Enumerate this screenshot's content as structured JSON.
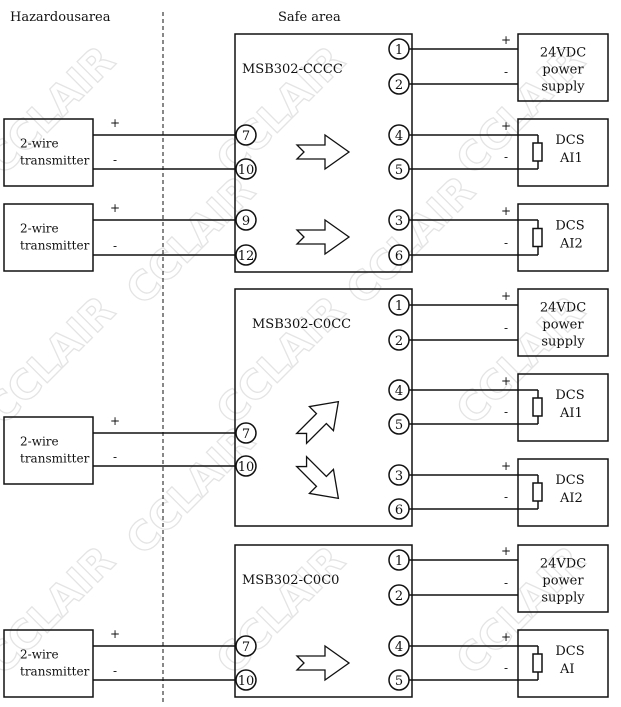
{
  "areas": {
    "hazardous": "Hazardousarea",
    "safe": "Safe area"
  },
  "watermark": "CCLAIR",
  "signs": {
    "plus": "+",
    "minus": "-"
  },
  "transmitter": {
    "line1": "2-wire",
    "line2": "transmitter"
  },
  "power_supply": {
    "line1": "24VDC",
    "line2": "power",
    "line3": "supply"
  },
  "modules": [
    {
      "model": "MSB302-CCCC",
      "power_terminals": [
        "1",
        "2"
      ],
      "inputs": [
        {
          "terminals": [
            "7",
            "10"
          ]
        },
        {
          "terminals": [
            "9",
            "12"
          ]
        }
      ],
      "outputs": [
        {
          "terminals": [
            "4",
            "5"
          ],
          "dcs": "DCS",
          "ai": "AI1"
        },
        {
          "terminals": [
            "3",
            "6"
          ],
          "dcs": "DCS",
          "ai": "AI2"
        }
      ]
    },
    {
      "model": "MSB302-C0CC",
      "power_terminals": [
        "1",
        "2"
      ],
      "inputs": [
        {
          "terminals": [
            "7",
            "10"
          ]
        }
      ],
      "outputs": [
        {
          "terminals": [
            "4",
            "5"
          ],
          "dcs": "DCS",
          "ai": "AI1"
        },
        {
          "terminals": [
            "3",
            "6"
          ],
          "dcs": "DCS",
          "ai": "AI2"
        }
      ]
    },
    {
      "model": "MSB302-C0C0",
      "power_terminals": [
        "1",
        "2"
      ],
      "inputs": [
        {
          "terminals": [
            "7",
            "10"
          ]
        }
      ],
      "outputs": [
        {
          "terminals": [
            "4",
            "5"
          ],
          "dcs": "DCS",
          "ai": "AI"
        }
      ]
    }
  ]
}
